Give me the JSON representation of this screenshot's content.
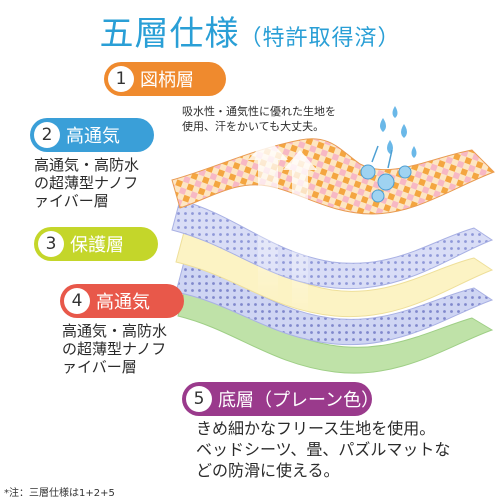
{
  "title": {
    "main": "五層仕様",
    "sub": "（特許取得済）"
  },
  "layers": [
    {
      "number": "1",
      "label": "図柄層",
      "color": "#ef8a2e",
      "description": [
        "吸水性・通気性に優れた生地を",
        "使用、汗をかいても大丈夫。"
      ]
    },
    {
      "number": "2",
      "label": "高通気",
      "color": "#3a9fd8",
      "description": [
        "高通気・高防水",
        "の超薄型ナノフ",
        "ァイバー層"
      ]
    },
    {
      "number": "3",
      "label": "保護層",
      "color": "#c4d62a",
      "description": []
    },
    {
      "number": "4",
      "label": "高通気",
      "color": "#e8584a",
      "description": [
        "高通気・高防水",
        "の超薄型ナノフ",
        "ァイバー層"
      ]
    },
    {
      "number": "5",
      "label": "底層（プレーン色）",
      "color": "#9a3a8c",
      "description": [
        "きめ細かなフリース生地を使用。",
        "ベッドシーツ、畳、パズルマットな",
        "どの防滑に使える。"
      ]
    }
  ],
  "note": "*注：三層仕様は1+2+5",
  "colors": {
    "title": "#2a9fd6",
    "layer_pattern_orange": "#f4a640",
    "layer_pattern_pink": "#f7b8c4",
    "layer_dots_blue": "#c7cdf0",
    "layer_cream": "#fcf3c4",
    "layer_green": "#bfe2a8",
    "water_drop": "#6ab8e8"
  },
  "icons": [
    "water-drop-icon",
    "airflow-arrow-icon"
  ]
}
